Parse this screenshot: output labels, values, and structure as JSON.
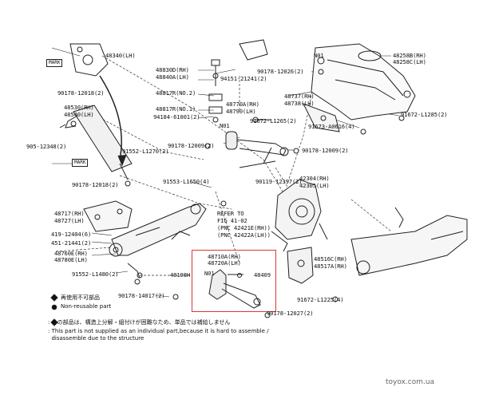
{
  "parts": {
    "p48340": "48340(LH)",
    "p90178_12018_2_top": "90178-12018(2)",
    "p48530": "48530(RH)",
    "p48540": "48540(LH)",
    "p905_12348": "905-12348(2)",
    "p91552_l1270": "91552-L1270(2)",
    "p90178_12018_2_mid": "90178-12018(2)",
    "p48717": "48717(RH)",
    "p48727": "48727(LH)",
    "p419_12404": "419-12404(6)",
    "p451_21441": "451-21441(2)",
    "p48760e": "48760E(RH)",
    "p48780e": "48780E(LH)",
    "p91552_l1480": "91552-L1480(2)",
    "p90178_14017": "90178-14017(2)",
    "p48198h": "48198H",
    "p48830d": "48830D(RH)",
    "p48840a": "48840A(LH)",
    "p94151_21241": "94151-21241(2)",
    "p48817r_no2": "48817R(NO.2)",
    "p48817r_no1": "48817R(NO.1)",
    "p94184_61001": "94184-61001(2)",
    "p48770a": "48770A(RH)",
    "p48790a": "48790(LH)",
    "p91672_l1265": "91672-L1265(2)",
    "n01_upper": "N01",
    "p90178_12009_l": "90178-12009(2)",
    "p90178_12009_r": "90178-12009(2)",
    "p90119_12397": "90119-12397(2)",
    "p91553_l1650": "91553-L1650(4)",
    "refer_to": "REFER TO",
    "fig_41_02": "FIG 41-02",
    "pnc_42421e": "(PNC 42421E(RH))",
    "pnc_42422a": "(PNC 42422A(LH))",
    "p42304": "42304(RH)",
    "p42305": "42305(LH)",
    "p90178_12026": "90178-12026(2)",
    "n01_top": "N01",
    "p48258b": "48258B(RH)",
    "p48258c": "48258C(LH)",
    "p48737": "48737(RH)",
    "p48738": "48738(LH)",
    "p91673_a0616": "91673-A0616(4)",
    "p91672_l1285": "91672-L1285(2)",
    "p48710a": "48710A(RH)",
    "p48720a": "48720A(LH)",
    "n01_box": "N01",
    "p48409": "48409",
    "p90178_12027": "90178-12027(2)",
    "p91672_l1225": "91672-L1225(4)",
    "p48516c": "48516C(RH)",
    "p48517a": "48517A(RH)"
  },
  "marks": {
    "mark_top": "MARK",
    "mark_mid": "MARK"
  },
  "legend": {
    "diamond_text": "再使用不可部品",
    "bullet_text": "Non-reusable part",
    "jp_note": ": この部品は、構造上分解・組付けが困難なため、単品では補給しません",
    "en_note_1": ": This part is not supplied as an individual part,because it is hard to assemble /",
    "en_note_2": "  disassemble due to the structure"
  },
  "watermark": "toyox.com.ua",
  "colors": {
    "highlight": "#d43a3a",
    "ink": "#111111"
  }
}
